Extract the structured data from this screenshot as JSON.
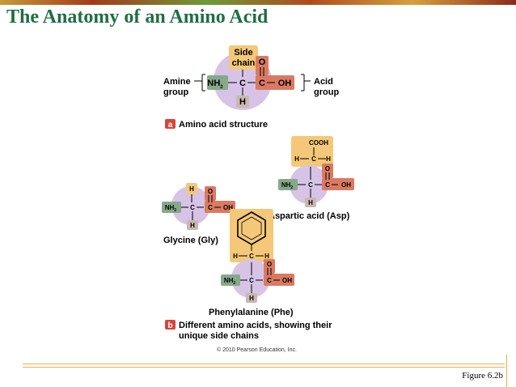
{
  "slide": {
    "title": "The Anatomy of an Amino Acid",
    "figure_label": "Figure 6.2b",
    "copyright": "© 2010 Pearson Education, Inc."
  },
  "colors": {
    "title": "#1f6e43",
    "side_chain": "#f4c878",
    "amine": "#86a98a",
    "acid": "#d97a62",
    "alpha_carbon_sphere": "#d6c3e6",
    "hydrogen": "#c9b8b0",
    "panel_badge": "#d6453c",
    "footer_rule": "#e8b04c"
  },
  "panel_a": {
    "badge": "a",
    "caption": "Amino acid structure",
    "side_chain_label_line1": "Side",
    "side_chain_label_line2": "chain",
    "amine_group_line1": "Amine",
    "amine_group_line2": "group",
    "acid_group_line1": "Acid",
    "acid_group_line2": "group",
    "amine": "NH",
    "amine_sub": "2",
    "carbon": "C",
    "hydrogen": "H",
    "oxygen": "O",
    "hydroxyl": "OH"
  },
  "panel_b": {
    "badge": "b",
    "caption_line1": "Different amino acids, showing their",
    "caption_line2": "unique side chains",
    "glycine": {
      "name": "Glycine (Gly)",
      "side_chain": "H",
      "amine": "NH",
      "amine_sub": "2",
      "carbon": "C",
      "hydrogen": "H",
      "oxygen": "O",
      "hydroxyl": "OH"
    },
    "aspartic_acid": {
      "name": "Aspartic acid (Asp)",
      "side_cooh": "COOH",
      "side_h_left": "H",
      "side_c": "C",
      "side_h_right": "H",
      "amine": "NH",
      "amine_sub": "2",
      "carbon": "C",
      "hydrogen": "H",
      "oxygen": "O",
      "hydroxyl": "OH"
    },
    "phenylalanine": {
      "name": "Phenylalanine (Phe)",
      "side_h_left": "H",
      "side_c": "C",
      "side_h_right": "H",
      "amine": "NH",
      "amine_sub": "2",
      "carbon": "C",
      "hydrogen": "H",
      "oxygen": "O",
      "hydroxyl": "OH"
    }
  }
}
